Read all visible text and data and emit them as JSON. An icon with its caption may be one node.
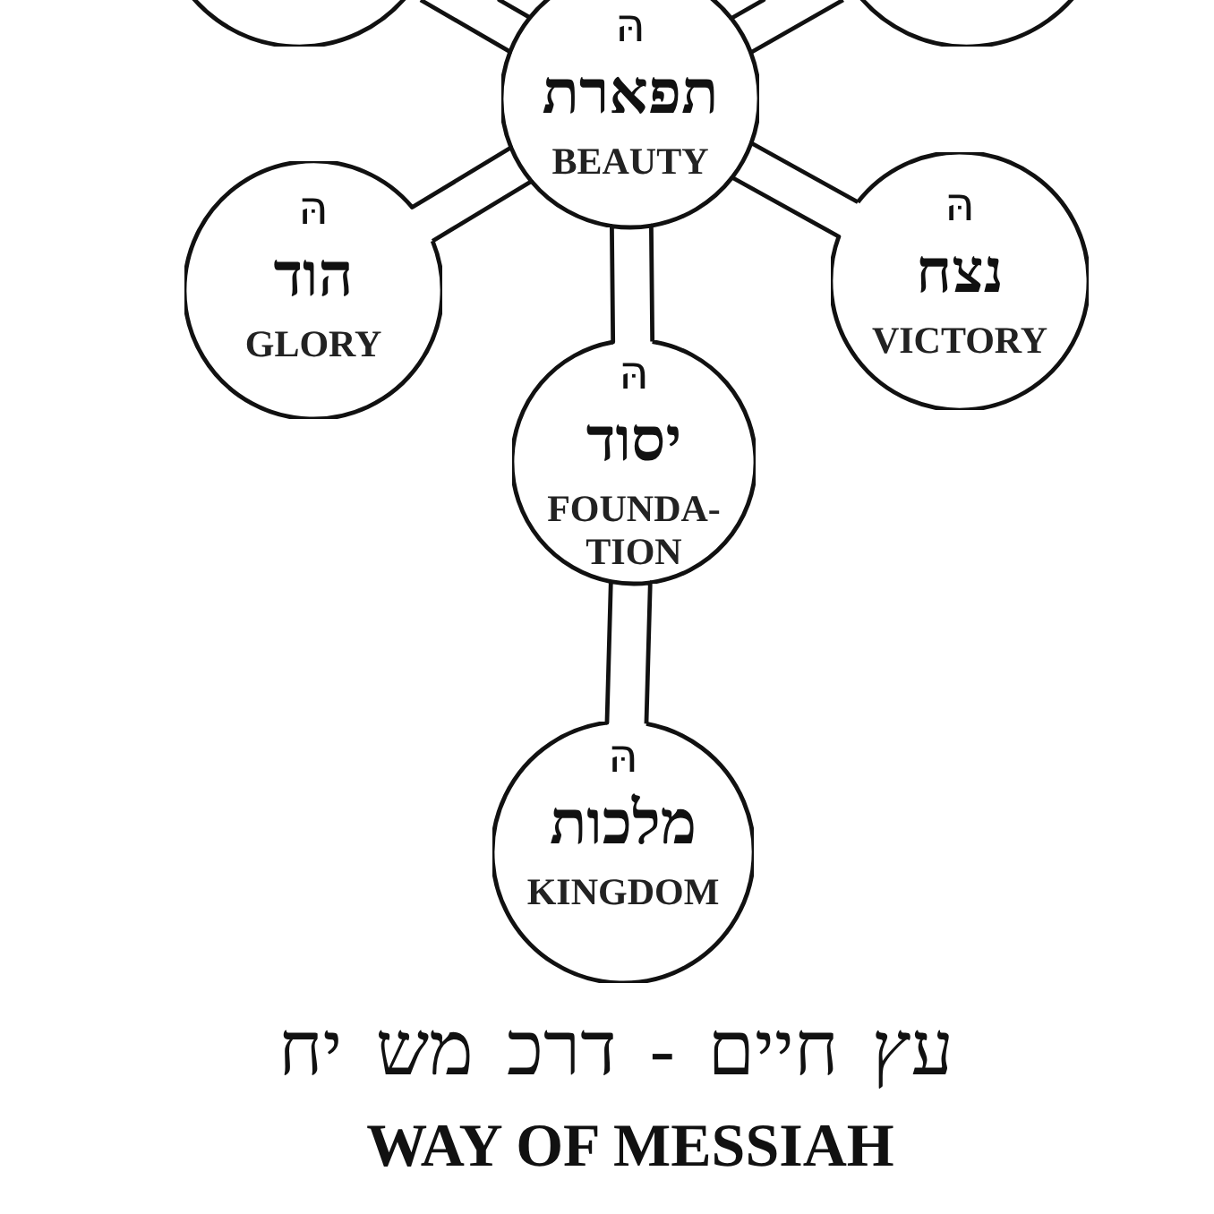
{
  "diagram": {
    "nodes": [
      {
        "text": [],
        "shape": "circle"
      },
      {
        "text": [],
        "shape": "circle"
      },
      {
        "text": [
          "הּ",
          "תפארת",
          "BEAUTY"
        ]
      },
      {
        "text": [
          "הּ",
          "הוד",
          "GLORY"
        ]
      },
      {
        "text": [
          "הּ",
          "נצח",
          "VICTORY"
        ]
      },
      {
        "text": [
          "הּ",
          "יסוד",
          "FOUNDA- TION"
        ]
      },
      {
        "text": [
          "הּ",
          "מלכות",
          "KINGDOM"
        ]
      }
    ],
    "edges": [
      {
        "from": 2,
        "to": 0,
        "arrow": "none"
      },
      {
        "from": 2,
        "to": 1,
        "arrow": "none"
      },
      {
        "from": 2,
        "to": 3,
        "arrow": "none"
      },
      {
        "from": 2,
        "to": 4,
        "arrow": "none"
      },
      {
        "from": 2,
        "to": 5,
        "arrow": "none"
      },
      {
        "from": 5,
        "to": 6,
        "arrow": "none"
      }
    ],
    "labels": [
      "עץ חיים - דרכ מש יח",
      "WAY OF MESSIAH"
    ]
  }
}
